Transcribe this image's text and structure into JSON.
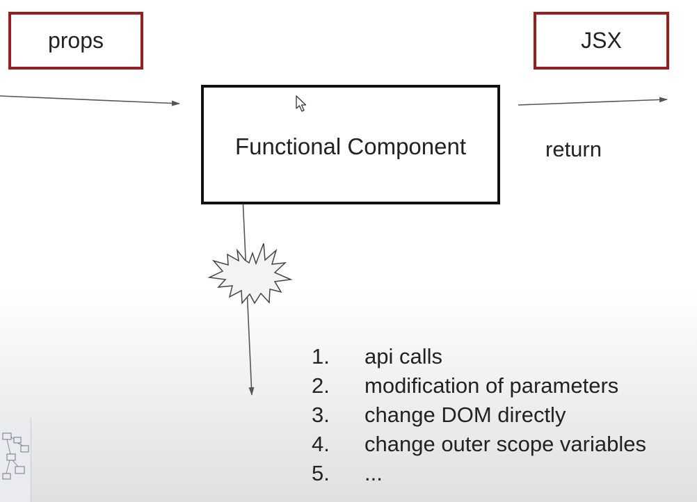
{
  "diagram": {
    "input_label": "props",
    "output_label": "JSX",
    "component_label": "Functional Component",
    "return_label": "return",
    "side_effects": [
      {
        "number": "1.",
        "text": "api calls"
      },
      {
        "number": "2.",
        "text": "modification of parameters"
      },
      {
        "number": "3.",
        "text": "change DOM directly"
      },
      {
        "number": "4.",
        "text": "change outer scope variables"
      },
      {
        "number": "5.",
        "text": "..."
      }
    ]
  },
  "colors": {
    "label_border": "#9e1c1c",
    "component_border": "#111111",
    "arrow": "#555555",
    "explosion_fill": "#f3f3f3"
  },
  "icons": {
    "cursor": "mouse-pointer-icon",
    "explosion": "explosion-icon",
    "thumbnail": "sketch-thumbnail"
  }
}
